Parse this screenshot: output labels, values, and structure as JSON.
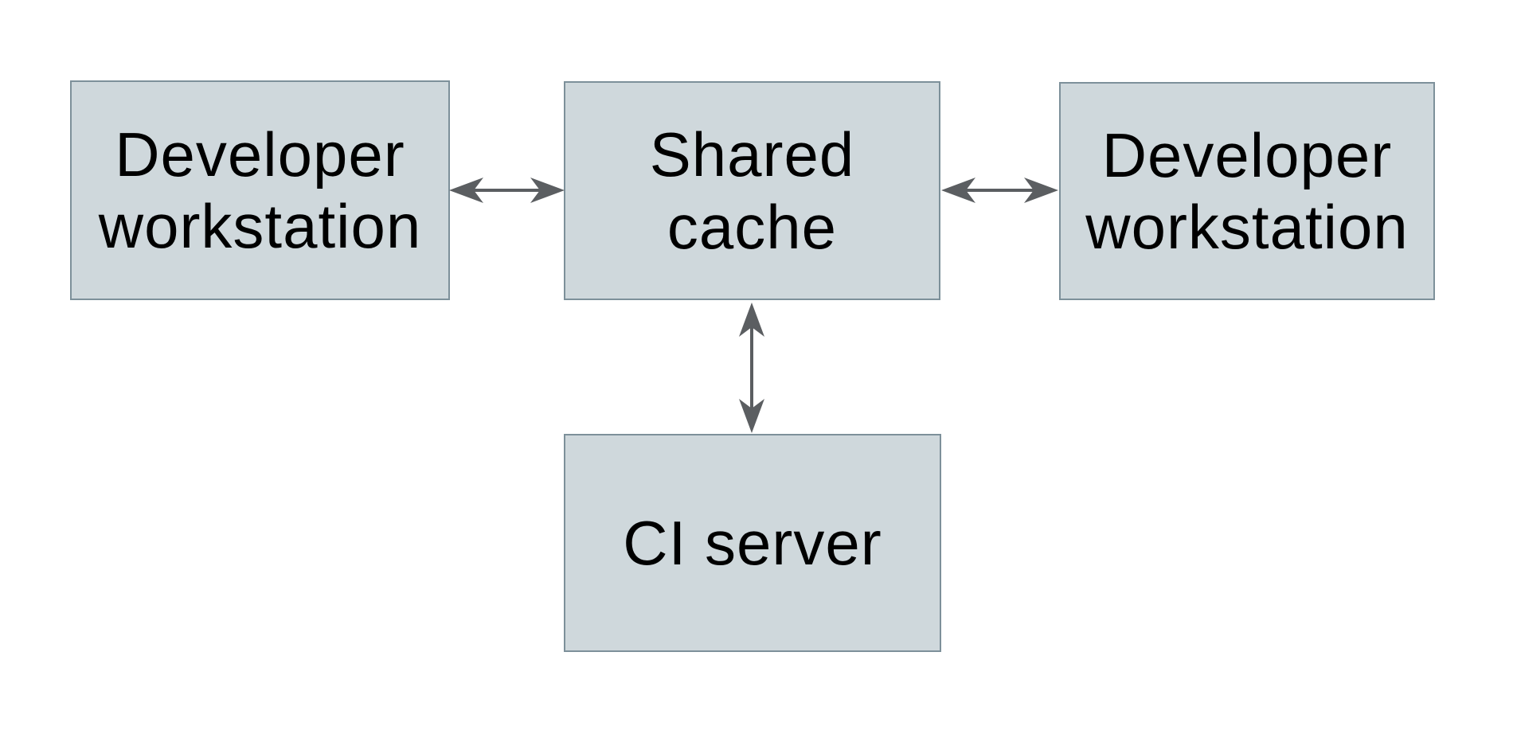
{
  "diagram": {
    "type": "architecture-diagram",
    "nodes": [
      {
        "id": "dev-workstation-left",
        "label": "Developer workstation"
      },
      {
        "id": "shared-cache",
        "label": "Shared cache"
      },
      {
        "id": "dev-workstation-right",
        "label": "Developer workstation"
      },
      {
        "id": "ci-server",
        "label": "CI server"
      }
    ],
    "edges": [
      {
        "from": "dev-workstation-left",
        "to": "shared-cache",
        "direction": "bidirectional"
      },
      {
        "from": "shared-cache",
        "to": "dev-workstation-right",
        "direction": "bidirectional"
      },
      {
        "from": "shared-cache",
        "to": "ci-server",
        "direction": "bidirectional"
      }
    ],
    "colors": {
      "background": "#ffffff",
      "node-fill": "#cfd8dc",
      "node-border": "#7d909a",
      "arrow": "#5b5e61",
      "text": "#000000"
    }
  }
}
